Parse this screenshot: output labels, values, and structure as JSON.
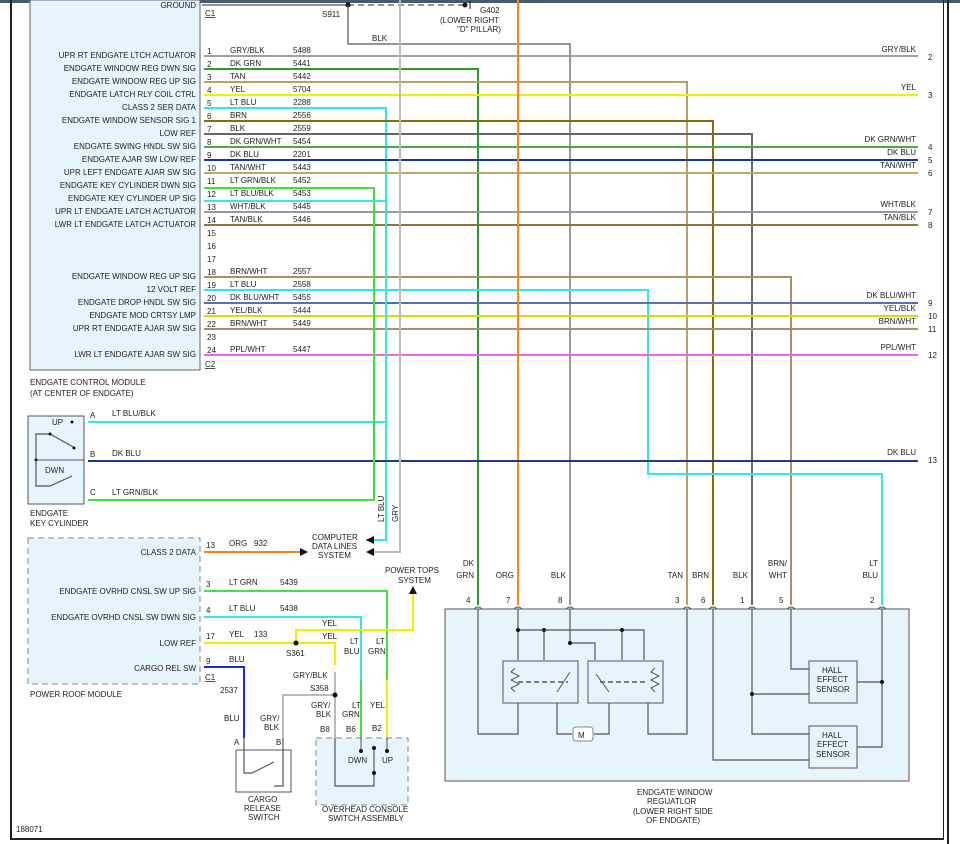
{
  "diagram_id": "188071",
  "colors": {
    "GRY/BLK": "#a0a0a0",
    "DK GRN": "#2e9a2e",
    "TAN": "#b5a068",
    "YEL": "#f0f000",
    "LT BLU": "#33e6ee",
    "BRN": "#8a6a10",
    "BLK": "#666666",
    "DK GRN/WHT": "#4aa84a",
    "DK BLU": "#1a3a8c",
    "TAN/WHT": "#b8a878",
    "LT GRN/BLK": "#44dd44",
    "LT BLU/BLK": "#33e6ee",
    "WHT/BLK": "#9a9a9a",
    "TAN/BLK": "#8a7440",
    "BRN/WHT": "#a89060",
    "DK BLU/WHT": "#5a70b0",
    "YEL/BLK": "#e0d800",
    "PPL/WHT": "#ee66ee",
    "ORG": "#f08a1a",
    "LT GRN": "#44e044",
    "GRY": "#bbbbbb",
    "BLU": "#1a2ae0",
    "module_fill": "#e6f4fd"
  },
  "ecm": {
    "title": "ENDGATE CONTROL MODULE",
    "subtitle": "(AT CENTER OF ENDGATE)",
    "ground_label": "GROUND",
    "connector_c1": "C1",
    "connector_c2": "C2",
    "splice_s911": "S911",
    "ground_wire": "BLK",
    "ground_id": "G402",
    "ground_location_1": "(LOWER RIGHT",
    "ground_location_2": "\"D\" PILLAR)",
    "pins": [
      {
        "pin": "1",
        "label": "UPR RT ENDGATE LTCH ACTUATOR",
        "color": "GRY/BLK",
        "circuit": "5488",
        "out": "2"
      },
      {
        "pin": "2",
        "label": "ENDGATE WINDOW REG DWN SIG",
        "color": "DK GRN",
        "circuit": "5441",
        "out": ""
      },
      {
        "pin": "3",
        "label": "ENDGATE WINDOW REG UP SIG",
        "color": "TAN",
        "circuit": "5442",
        "out": ""
      },
      {
        "pin": "4",
        "label": "ENDGATE LATCH RLY COIL CTRL",
        "color": "YEL",
        "circuit": "5704",
        "out": "3"
      },
      {
        "pin": "5",
        "label": "CLASS 2 SER DATA",
        "color": "LT BLU",
        "circuit": "2288",
        "out": ""
      },
      {
        "pin": "6",
        "label": "ENDGATE WINDOW SENSOR SIG 1",
        "color": "BRN",
        "circuit": "2556",
        "out": ""
      },
      {
        "pin": "7",
        "label": "LOW REF",
        "color": "BLK",
        "circuit": "2559",
        "out": ""
      },
      {
        "pin": "8",
        "label": "ENDGATE SWING HNDL SW SIG",
        "color": "DK GRN/WHT",
        "circuit": "5454",
        "out": "4"
      },
      {
        "pin": "9",
        "label": "ENDGATE AJAR SW LOW REF",
        "color": "DK BLU",
        "circuit": "2201",
        "out": "5"
      },
      {
        "pin": "10",
        "label": "UPR LEFT ENDGATE AJAR SW SIG",
        "color": "TAN/WHT",
        "circuit": "5443",
        "out": "6"
      },
      {
        "pin": "11",
        "label": "ENDGATE KEY CYLINDER DWN SIG",
        "color": "LT GRN/BLK",
        "circuit": "5452",
        "out": ""
      },
      {
        "pin": "12",
        "label": "ENDGATE KEY CYLINDER UP SIG",
        "color": "LT BLU/BLK",
        "circuit": "5453",
        "out": ""
      },
      {
        "pin": "13",
        "label": "UPR LT ENDGATE LATCH ACTUATOR",
        "color": "WHT/BLK",
        "circuit": "5445",
        "out": "7"
      },
      {
        "pin": "14",
        "label": "LWR LT ENDGATE LATCH ACTUATOR",
        "color": "TAN/BLK",
        "circuit": "5446",
        "out": "8"
      },
      {
        "pin": "15",
        "label": "",
        "color": "",
        "circuit": "",
        "out": ""
      },
      {
        "pin": "16",
        "label": "",
        "color": "",
        "circuit": "",
        "out": ""
      },
      {
        "pin": "17",
        "label": "",
        "color": "",
        "circuit": "",
        "out": ""
      },
      {
        "pin": "18",
        "label": "ENDGATE WINDOW REG UP SIG",
        "color": "BRN/WHT",
        "circuit": "2557",
        "out": ""
      },
      {
        "pin": "19",
        "label": "12 VOLT REF",
        "color": "LT BLU",
        "circuit": "2558",
        "out": ""
      },
      {
        "pin": "20",
        "label": "ENDGATE DROP HNDL SW SIG",
        "color": "DK BLU/WHT",
        "circuit": "5455",
        "out": "9"
      },
      {
        "pin": "21",
        "label": "ENDGATE MOD CRTSY LMP",
        "color": "YEL/BLK",
        "circuit": "5444",
        "out": "10"
      },
      {
        "pin": "22",
        "label": "UPR RT ENDGATE AJAR SW SIG",
        "color": "BRN/WHT",
        "circuit": "5449",
        "out": "11"
      },
      {
        "pin": "23",
        "label": "",
        "color": "",
        "circuit": "",
        "out": ""
      },
      {
        "pin": "24",
        "label": "LWR LT ENDGATE AJAR SW SIG",
        "color": "PPL/WHT",
        "circuit": "5447",
        "out": "12"
      }
    ]
  },
  "key_cylinder": {
    "title_1": "ENDGATE",
    "title_2": "KEY CYLINDER",
    "up": "UP",
    "dwn": "DWN",
    "pins": [
      {
        "pin": "A",
        "color": "LT BLU/BLK"
      },
      {
        "pin": "B",
        "color": "DK BLU",
        "out": "13"
      },
      {
        "pin": "C",
        "color": "LT GRN/BLK"
      }
    ]
  },
  "cdl": {
    "line1": "COMPUTER",
    "line2": "DATA LINES",
    "line3": "SYSTEM",
    "wire_ltblu": "LT BLU",
    "wire_gry": "GRY"
  },
  "power_tops": {
    "line1": "POWER TOPS",
    "line2": "SYSTEM"
  },
  "prm": {
    "title": "POWER ROOF MODULE",
    "connector": "C1",
    "pins": [
      {
        "pin": "13",
        "label": "CLASS 2 DATA",
        "color": "ORG",
        "circuit": "932"
      },
      {
        "pin": "3",
        "label": "ENDGATE OVRHD CNSL SW UP SIG",
        "color": "LT GRN",
        "circuit": "5439"
      },
      {
        "pin": "4",
        "label": "ENDGATE OVRHD CNSL SW DWN SIG",
        "color": "LT BLU",
        "circuit": "5438"
      },
      {
        "pin": "17",
        "label": "LOW REF",
        "color": "YEL",
        "circuit": "133"
      },
      {
        "pin": "9",
        "label": "CARGO REL SW",
        "color": "BLU",
        "circuit": "2537"
      }
    ],
    "splice_s361": "S361",
    "splice_s358": "S358",
    "yel_1": "YEL",
    "yel_2": "YEL",
    "lt_1": "LT",
    "blu_1": "BLU",
    "lt_2": "LT",
    "grn_2": "GRN",
    "grybk": "GRY/BLK",
    "gry_slash": "GRY/",
    "blk": "BLK",
    "lt_3": "LT",
    "grn_3": "GRN",
    "yel_3": "YEL"
  },
  "cargo_switch": {
    "line1": "CARGO",
    "line2": "RELEASE",
    "line3": "SWITCH",
    "pin_a": "A",
    "pin_b": "B",
    "wire_a": "BLU",
    "wire_b1": "GRY/",
    "wire_b2": "BLK"
  },
  "console": {
    "line1": "OVERHEAD CONSOLE",
    "line2": "SWITCH ASSEMBLY",
    "pin_b8": "B8",
    "pin_b6": "B6",
    "pin_b2": "B2",
    "dwn": "DWN",
    "up": "UP"
  },
  "regulator": {
    "line1": "ENDGATE WINDOW",
    "line2": "REGUATLOR",
    "line3": "(LOWER RIGHT SIDE",
    "line4": "OF ENDGATE)",
    "motor": "M",
    "hall1": [
      "HALL",
      "EFFECT",
      "SENSOR"
    ],
    "hall2": [
      "HALL",
      "EFFECT",
      "SENSOR"
    ],
    "pins": [
      {
        "pin": "4",
        "w1": "DK",
        "w2": "GRN"
      },
      {
        "pin": "7",
        "w1": "",
        "w2": "ORG"
      },
      {
        "pin": "8",
        "w1": "",
        "w2": "BLK"
      },
      {
        "pin": "3",
        "w1": "",
        "w2": "TAN"
      },
      {
        "pin": "6",
        "w1": "",
        "w2": "BRN"
      },
      {
        "pin": "1",
        "w1": "",
        "w2": "BLK"
      },
      {
        "pin": "5",
        "w1": "BRN/",
        "w2": "WHT"
      },
      {
        "pin": "2",
        "w1": "LT",
        "w2": "BLU"
      }
    ]
  },
  "right_labels": [
    {
      "n": "2",
      "c": "GRY/BLK"
    },
    {
      "n": "3",
      "c": "YEL"
    },
    {
      "n": "4",
      "c": "DK GRN/WHT"
    },
    {
      "n": "5",
      "c": "DK BLU"
    },
    {
      "n": "6",
      "c": "TAN/WHT"
    },
    {
      "n": "7",
      "c": "WHT/BLK"
    },
    {
      "n": "8",
      "c": "TAN/BLK"
    },
    {
      "n": "9",
      "c": "DK BLU/WHT"
    },
    {
      "n": "10",
      "c": "YEL/BLK"
    },
    {
      "n": "11",
      "c": "BRN/WHT"
    },
    {
      "n": "12",
      "c": "PPL/WHT"
    },
    {
      "n": "13",
      "c": "DK BLU"
    }
  ]
}
